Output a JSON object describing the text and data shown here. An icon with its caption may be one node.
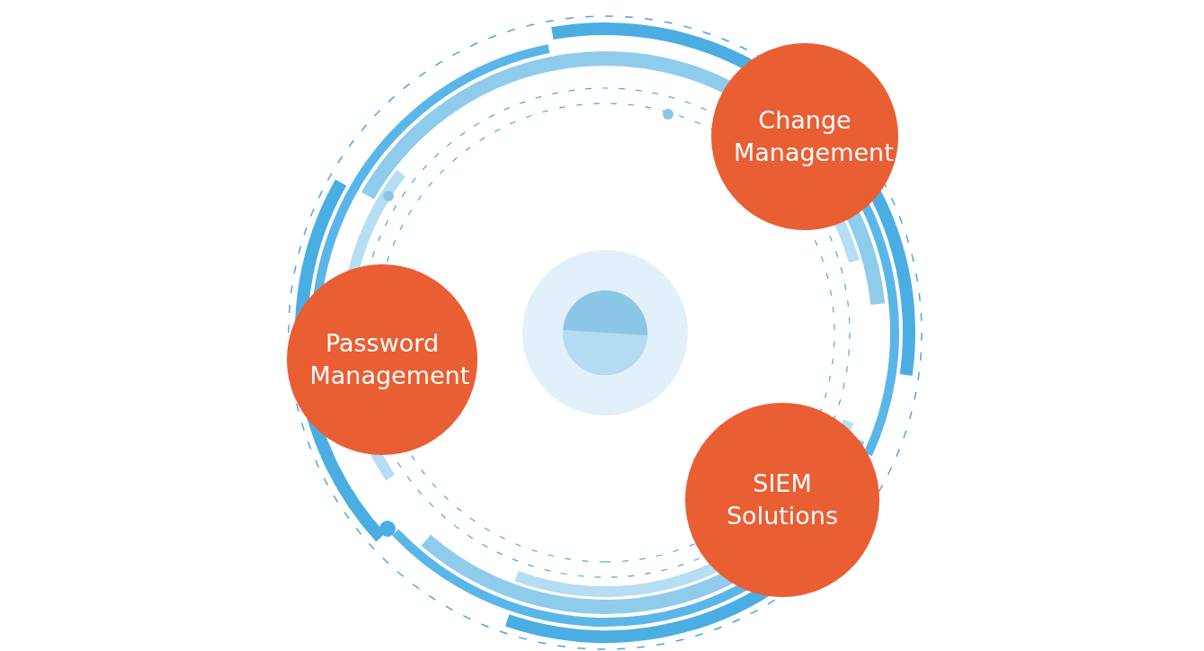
{
  "diagram": {
    "nodes": [
      {
        "text": [
          "Change Management"
        ]
      },
      {
        "text": [
          "Password Management"
        ]
      },
      {
        "text": [
          "SIEM Solutions"
        ]
      }
    ]
  }
}
